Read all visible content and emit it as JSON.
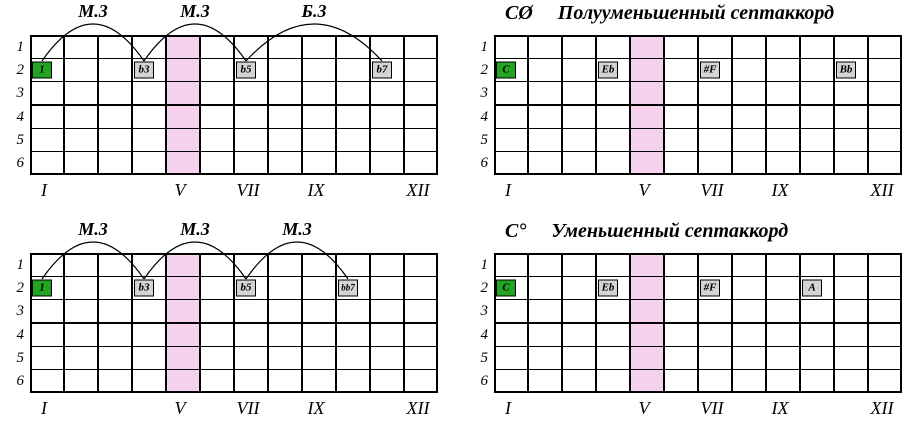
{
  "colors": {
    "root_marker": "#22a522",
    "note_marker": "#d4d4d4",
    "highlight": "#f7d2ee",
    "line": "#000000"
  },
  "fretboard": {
    "frets": 12,
    "strings": 6,
    "highlight_fret": 5,
    "string_labels": [
      "1",
      "2",
      "3",
      "4",
      "5",
      "6"
    ],
    "fret_position_labels": [
      {
        "fret": 1,
        "label": "I"
      },
      {
        "fret": 5,
        "label": "V"
      },
      {
        "fret": 7,
        "label": "VII"
      },
      {
        "fret": 9,
        "label": "IX"
      },
      {
        "fret": 12,
        "label": "XII"
      }
    ]
  },
  "diagrams": [
    {
      "id": "half-diminished-intervals",
      "arcs": [
        {
          "label": "М.3",
          "from_fret": 1,
          "to_fret": 4
        },
        {
          "label": "М.3",
          "from_fret": 4,
          "to_fret": 7
        },
        {
          "label": "Б.3",
          "from_fret": 7,
          "to_fret": 11
        }
      ],
      "markers": [
        {
          "label": "1",
          "fret": 1,
          "string": 2,
          "role": "root"
        },
        {
          "label": "b3",
          "fret": 4,
          "string": 2,
          "role": "note"
        },
        {
          "label": "b5",
          "fret": 7,
          "string": 2,
          "role": "note"
        },
        {
          "label": "b7",
          "fret": 11,
          "string": 2,
          "role": "note"
        }
      ]
    },
    {
      "id": "half-diminished-notes",
      "title": {
        "symbol": "CØ",
        "name": "Полууменьшенный септаккорд"
      },
      "markers": [
        {
          "label": "C",
          "fret": 1,
          "string": 2,
          "role": "root"
        },
        {
          "label": "Eb",
          "fret": 4,
          "string": 2,
          "role": "note"
        },
        {
          "label": "#F",
          "fret": 7,
          "string": 2,
          "role": "note"
        },
        {
          "label": "Bb",
          "fret": 11,
          "string": 2,
          "role": "note"
        }
      ]
    },
    {
      "id": "diminished-intervals",
      "arcs": [
        {
          "label": "М.3",
          "from_fret": 1,
          "to_fret": 4
        },
        {
          "label": "М.3",
          "from_fret": 4,
          "to_fret": 7
        },
        {
          "label": "М.3",
          "from_fret": 7,
          "to_fret": 10
        }
      ],
      "markers": [
        {
          "label": "1",
          "fret": 1,
          "string": 2,
          "role": "root"
        },
        {
          "label": "b3",
          "fret": 4,
          "string": 2,
          "role": "note"
        },
        {
          "label": "b5",
          "fret": 7,
          "string": 2,
          "role": "note"
        },
        {
          "label": "bb7",
          "fret": 10,
          "string": 2,
          "role": "note"
        }
      ]
    },
    {
      "id": "diminished-notes",
      "title": {
        "symbol": "C°",
        "name": "Уменьшенный септаккорд"
      },
      "markers": [
        {
          "label": "C",
          "fret": 1,
          "string": 2,
          "role": "root"
        },
        {
          "label": "Eb",
          "fret": 4,
          "string": 2,
          "role": "note"
        },
        {
          "label": "#F",
          "fret": 7,
          "string": 2,
          "role": "note"
        },
        {
          "label": "A",
          "fret": 10,
          "string": 2,
          "role": "note"
        }
      ]
    }
  ]
}
